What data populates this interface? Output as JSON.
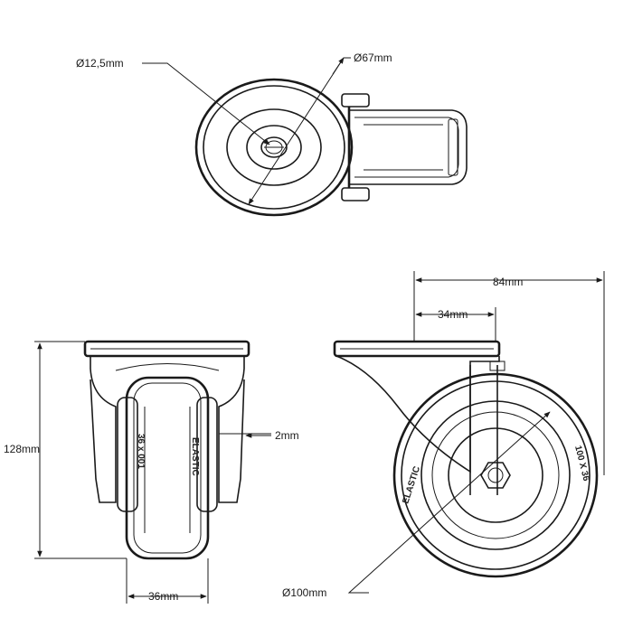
{
  "diagram": {
    "dimensions": {
      "axle_diameter": "Ø12,5mm",
      "hub_diameter": "Ø67mm",
      "overall_length": "84mm",
      "offset": "34mm",
      "total_height": "128mm",
      "clearance": "2mm",
      "wheel_width": "36mm",
      "wheel_diameter": "Ø100mm"
    },
    "tread_text": {
      "left": "ELASTIC",
      "right": "100 X 36"
    },
    "colors": {
      "line": "#1a1a1a",
      "background": "#ffffff"
    }
  }
}
